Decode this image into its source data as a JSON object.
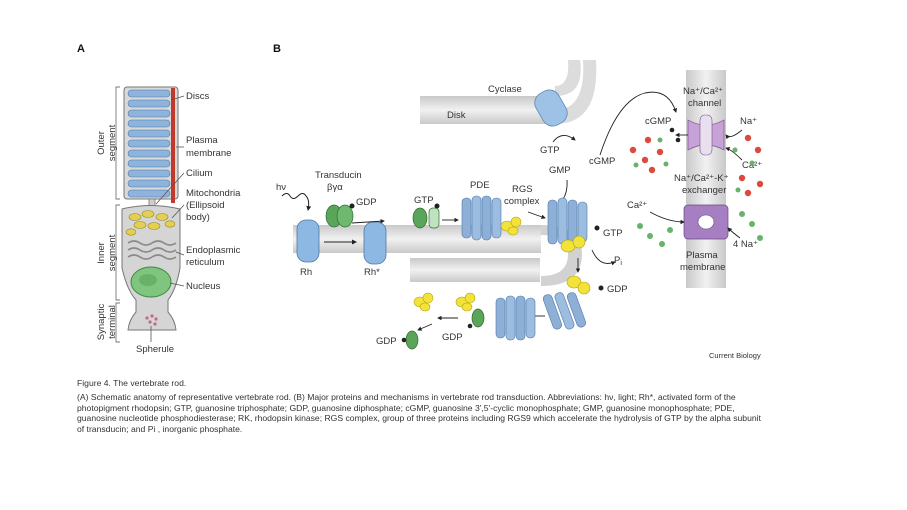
{
  "panels": {
    "a": "A",
    "b": "B"
  },
  "rod": {
    "discs": "Discs",
    "plasma_membrane": "Plasma membrane",
    "cilium": "Cilium",
    "mitochondria": "Mitochondria (Ellipsoid body)",
    "er": "Endoplasmic reticulum",
    "nucleus": "Nucleus",
    "spherule": "Spherule",
    "outer_segment": "Outer segment",
    "inner_segment": "Inner segment",
    "synaptic_terminal": "Synaptic terminal"
  },
  "mechanism": {
    "cyclase": "Cyclase",
    "disk": "Disk",
    "gtp_top": "GTP",
    "cgmp_mid": "cGMP",
    "gmp": "GMP",
    "transducin": "Transducin",
    "transducin_sub": "βγα",
    "hv": "hν",
    "gdp_top": "GDP",
    "gtp_mid": "GTP",
    "pde": "PDE",
    "rgs": "RGS complex",
    "rh": "Rh",
    "rh_star": "Rh*",
    "gtp_right": "GTP",
    "pi": "Pi",
    "gdp_right": "GDP",
    "gdp_bottom": "GDP",
    "gdp_left": "GDP",
    "channel": "Na+/Ca2+ channel",
    "cgmp_channel": "cGMP",
    "na_plus": "Na+",
    "ca_plus": "Ca2+",
    "exchanger": "Na+/Ca2+-K+ exchanger",
    "ca_in": "Ca2+",
    "four_na": "4 Na+",
    "plasma": "Plasma membrane",
    "credit": "Current Biology"
  },
  "caption": {
    "title": "Figure 4. The vertebrate rod.",
    "body": "(A) Schematic anatomy of representative vertebrate rod. (B) Major proteins and mechanisms in vertebrate rod transduction. Abbreviations: hν, light; Rh*, activated form of the photopigment rhodopsin; GTP, guanosine triphosphate; GDP, guanosine diphosphate; cGMP, guanosine 3',5'-cyclic monophosphate; GMP, guanosine monophosphate; PDE, guanosine nucleotide phosphodiesterase; RK, rhodopsin kinase; RGS complex, group of three proteins including RGS9 which accelerate the hydrolysis of GTP by the alpha subunit of transducin; and Pi , inorganic phosphate."
  }
}
